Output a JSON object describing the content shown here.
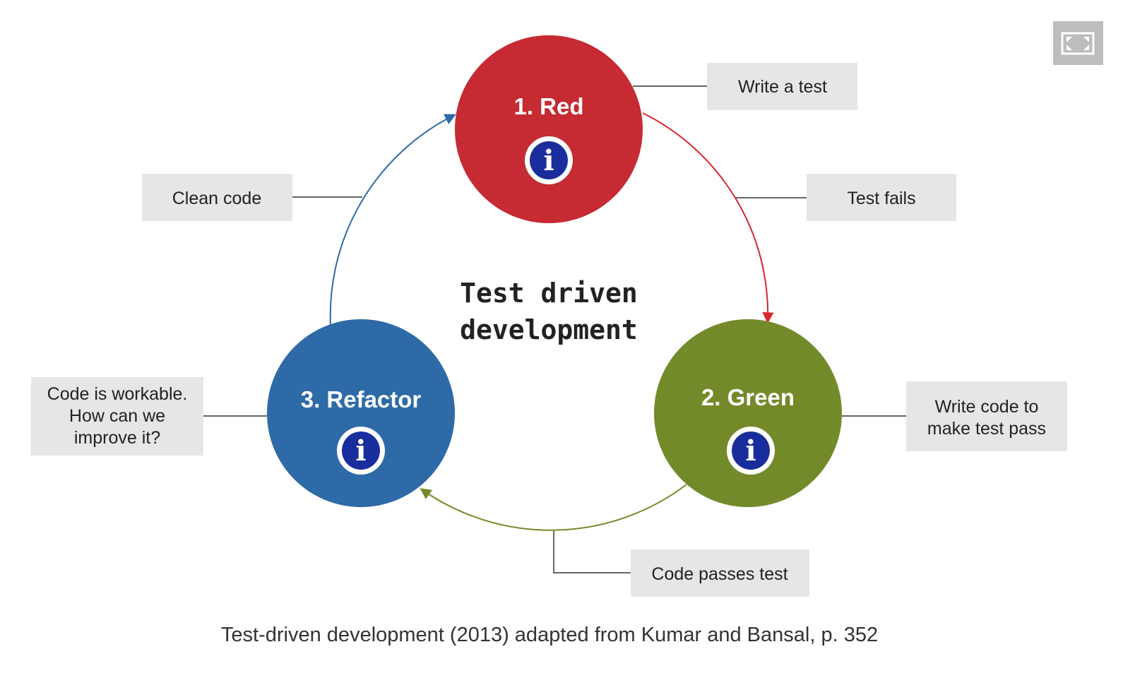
{
  "title": "Test driven development",
  "title_lines": [
    "Test driven",
    "development"
  ],
  "caption": "Test-driven development (2013) adapted from Kumar and Bansal, p. 352",
  "stages": [
    {
      "id": "red",
      "label": "1. Red",
      "color": "#c62a33",
      "info_icon": "info-icon"
    },
    {
      "id": "green",
      "label": "2. Green",
      "color": "#738a2a",
      "info_icon": "info-icon"
    },
    {
      "id": "refactor",
      "label": "3. Refactor",
      "color": "#2e6aa7",
      "info_icon": "info-icon"
    }
  ],
  "annotations": {
    "write_a_test": "Write a test",
    "test_fails": "Test fails",
    "clean_code": "Clean code",
    "code_workable": [
      "Code is workable.",
      "How can we",
      "improve it?"
    ],
    "write_code": [
      "Write code to",
      "make test pass"
    ],
    "code_passes": "Code passes test"
  },
  "colors": {
    "red_arrow": "#d9252e",
    "green_arrow": "#738a2a",
    "blue_arrow": "#2e6aa7",
    "info_badge": "#1a2d9c",
    "label_bg": "#e6e6e6",
    "fullscreen_bg": "#bdbdbd"
  },
  "toolbar": {
    "fullscreen_icon": "fullscreen-icon"
  }
}
